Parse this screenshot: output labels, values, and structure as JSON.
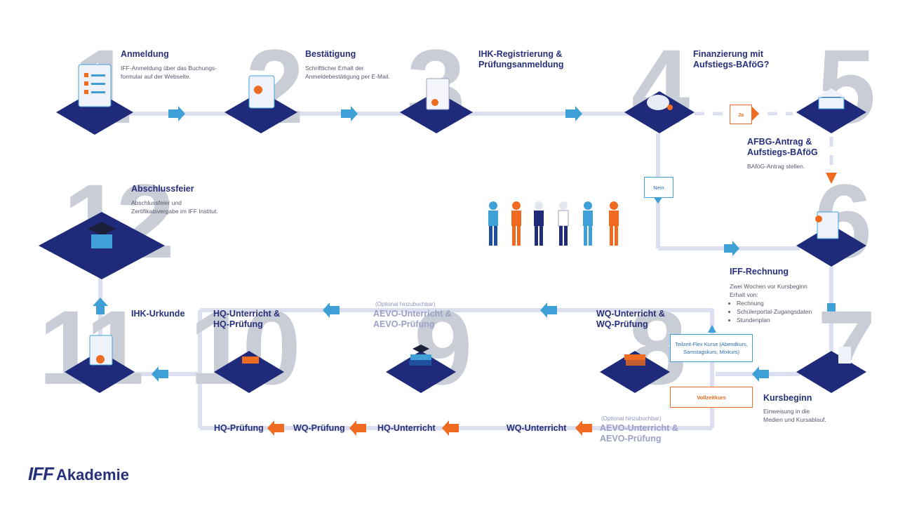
{
  "steps": {
    "s1": {
      "num": "1",
      "title": "Anmeldung",
      "desc": [
        "IFF-Anmeldung über das Buchungs-",
        "formular auf der Webseite."
      ]
    },
    "s2": {
      "num": "2",
      "title": "Bestätigung",
      "desc": [
        "Schriftlicher Erhalt der",
        "Anmeldebestätigung per E-Mail."
      ]
    },
    "s3": {
      "num": "3",
      "title": [
        "IHK-Registrierung &",
        "Prüfungsanmeldung"
      ]
    },
    "s4": {
      "num": "4",
      "title": [
        "Finanzierung mit",
        "Aufstiegs-BAföG?"
      ]
    },
    "s5": {
      "num": "5",
      "title": [
        "AFBG-Antrag &",
        "Aufstiegs-BAföG"
      ],
      "desc": "BAföG-Antrag stellen."
    },
    "s6": {
      "num": "6",
      "title": "IFF-Rechnung",
      "desc": [
        "Zwei Wochen vor Kursbeginn",
        "Erhalt von:"
      ],
      "bullets": [
        "Rechnung",
        "Schülerportal-Zugangsdaten",
        "Stundenplan"
      ]
    },
    "s7": {
      "num": "7",
      "title": "Kursbeginn",
      "desc": [
        "Einweisung in die",
        "Medien und Kursablauf."
      ]
    },
    "s8": {
      "num": "8",
      "title": [
        "WQ-Unterricht &",
        "WQ-Prüfung"
      ]
    },
    "s9": {
      "num": "9",
      "optional": "(Optional hinzubuchbar)",
      "title": [
        "AEVO-Unterricht &",
        "AEVO-Prüfung"
      ]
    },
    "s10": {
      "num": "10",
      "title": [
        "HQ-Unterricht &",
        "HQ-Prüfung"
      ]
    },
    "s11": {
      "num": "11",
      "title": "IHK-Urkunde"
    },
    "s12": {
      "num": "12",
      "title": "Abschlussfeier",
      "desc": [
        "Abschlussfeier und",
        "Zertifikatsvergabe im IFF Institut."
      ]
    }
  },
  "labels": {
    "ja": "Ja",
    "nein": "Nein",
    "teilzeit": [
      "Teilzeit-Flex Kurse (Abendkurs,",
      "Samstagskurs, Mixkurs)"
    ],
    "vollzeit": "Vollzeitkurs"
  },
  "bottom_path": {
    "optional": "(Optional hinzubuchbar)",
    "aevo": [
      "AEVO-Unterricht &",
      "AEVO-Prüfung"
    ],
    "wq_unterricht": "WQ-Unterricht",
    "hq_unterricht": "HQ-Unterricht",
    "wq_pruefung": "WQ-Prüfung",
    "hq_pruefung": "HQ-Prüfung"
  },
  "logo": {
    "brand": "IFF",
    "name": "Akademie"
  },
  "colors": {
    "path": "#dcdff0",
    "arrow_blue": "#3fa0d8",
    "arrow_orange": "#ef6b22",
    "tile": "#1f2a7a",
    "text": "#27307a"
  }
}
